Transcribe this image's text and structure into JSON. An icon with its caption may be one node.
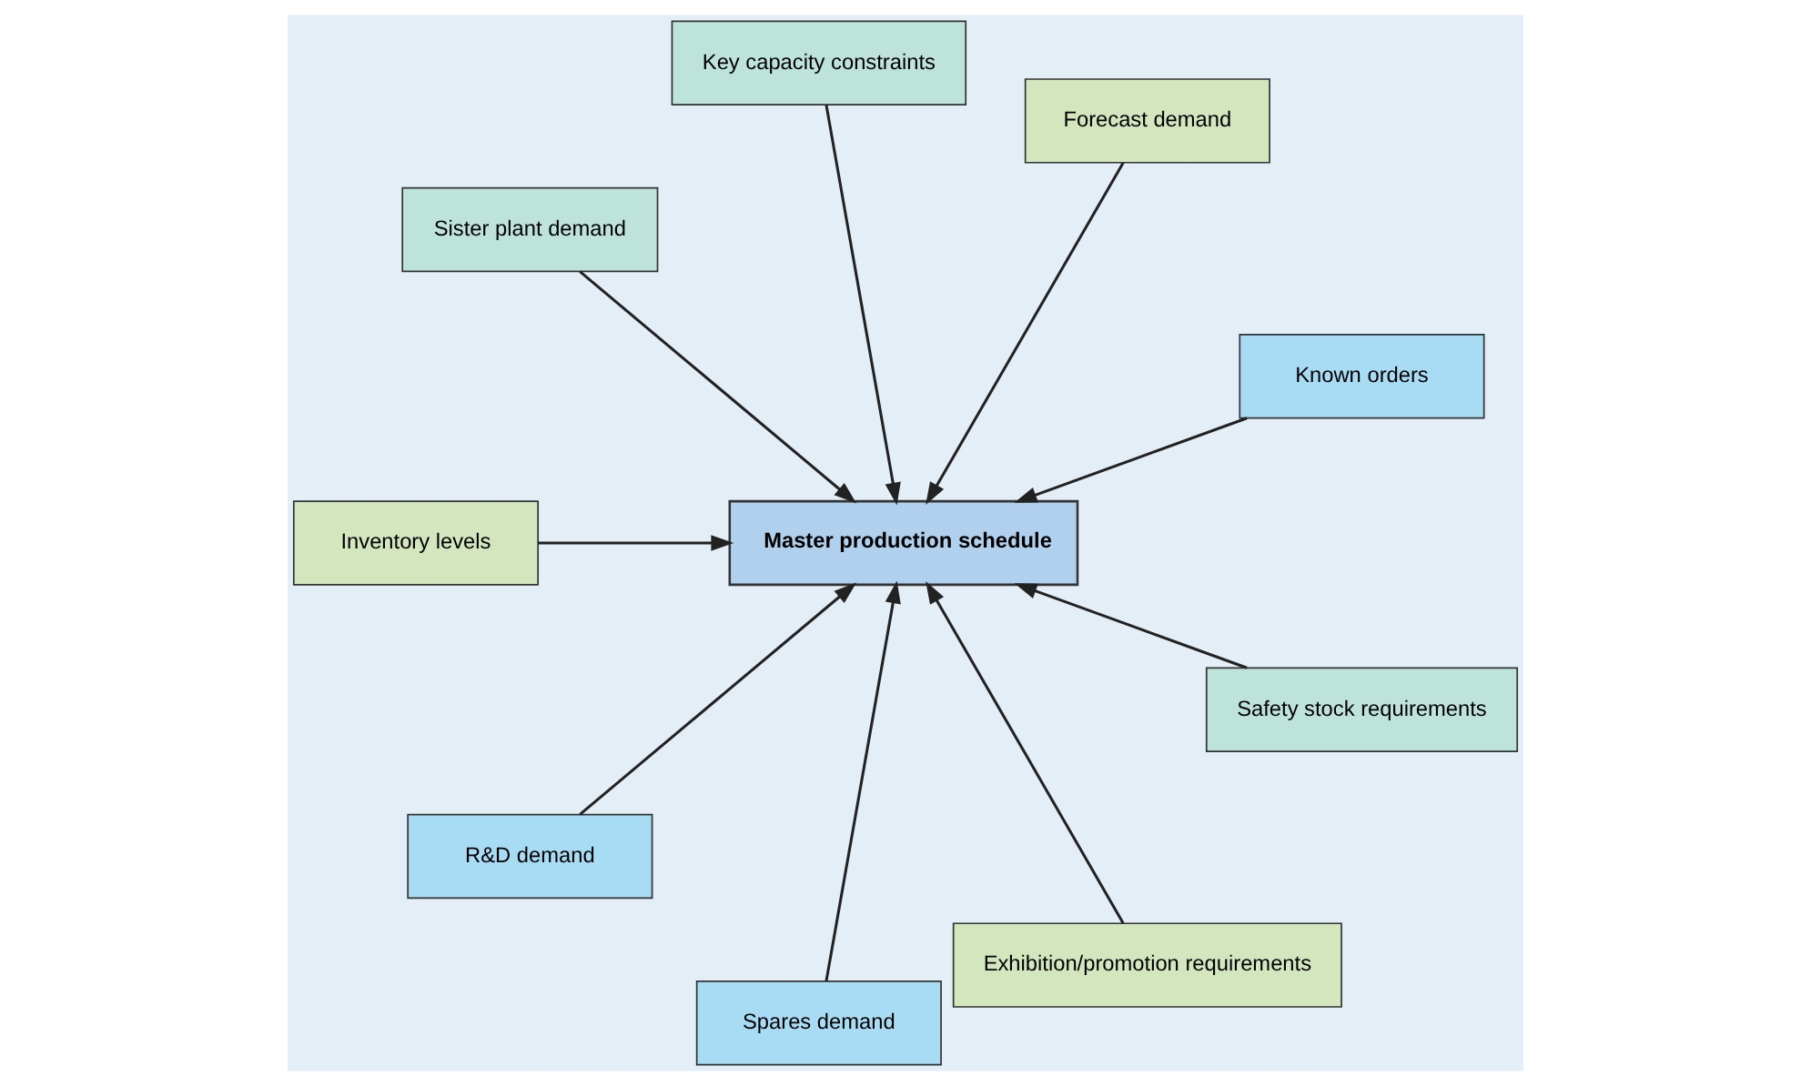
{
  "diagram": {
    "nodes": [
      {
        "text": [
          "Known orders"
        ]
      },
      {
        "text": [
          "Forecast demand"
        ]
      },
      {
        "text": [
          "Key capacity constraints"
        ]
      },
      {
        "text": [
          "Sister plant demand"
        ]
      },
      {
        "text": [
          "Master production schedule"
        ]
      },
      {
        "text": [
          "Inventory levels"
        ]
      },
      {
        "text": [
          "R&D demand"
        ]
      },
      {
        "text": [
          "Spares demand"
        ]
      },
      {
        "text": [
          "Exhibition/promotion requirements"
        ]
      },
      {
        "text": [
          "Safety stock requirements"
        ]
      }
    ],
    "edges": [
      {
        "from": 0,
        "to": 4,
        "arrow": "to"
      },
      {
        "from": 1,
        "to": 4,
        "arrow": "to"
      },
      {
        "from": 2,
        "to": 4,
        "arrow": "to"
      },
      {
        "from": 3,
        "to": 4,
        "arrow": "to"
      },
      {
        "from": 5,
        "to": 4,
        "arrow": "to"
      },
      {
        "from": 6,
        "to": 4,
        "arrow": "to"
      },
      {
        "from": 7,
        "to": 4,
        "arrow": "to"
      },
      {
        "from": 8,
        "to": 4,
        "arrow": "to"
      },
      {
        "from": 9,
        "to": 4,
        "arrow": "to"
      }
    ]
  }
}
